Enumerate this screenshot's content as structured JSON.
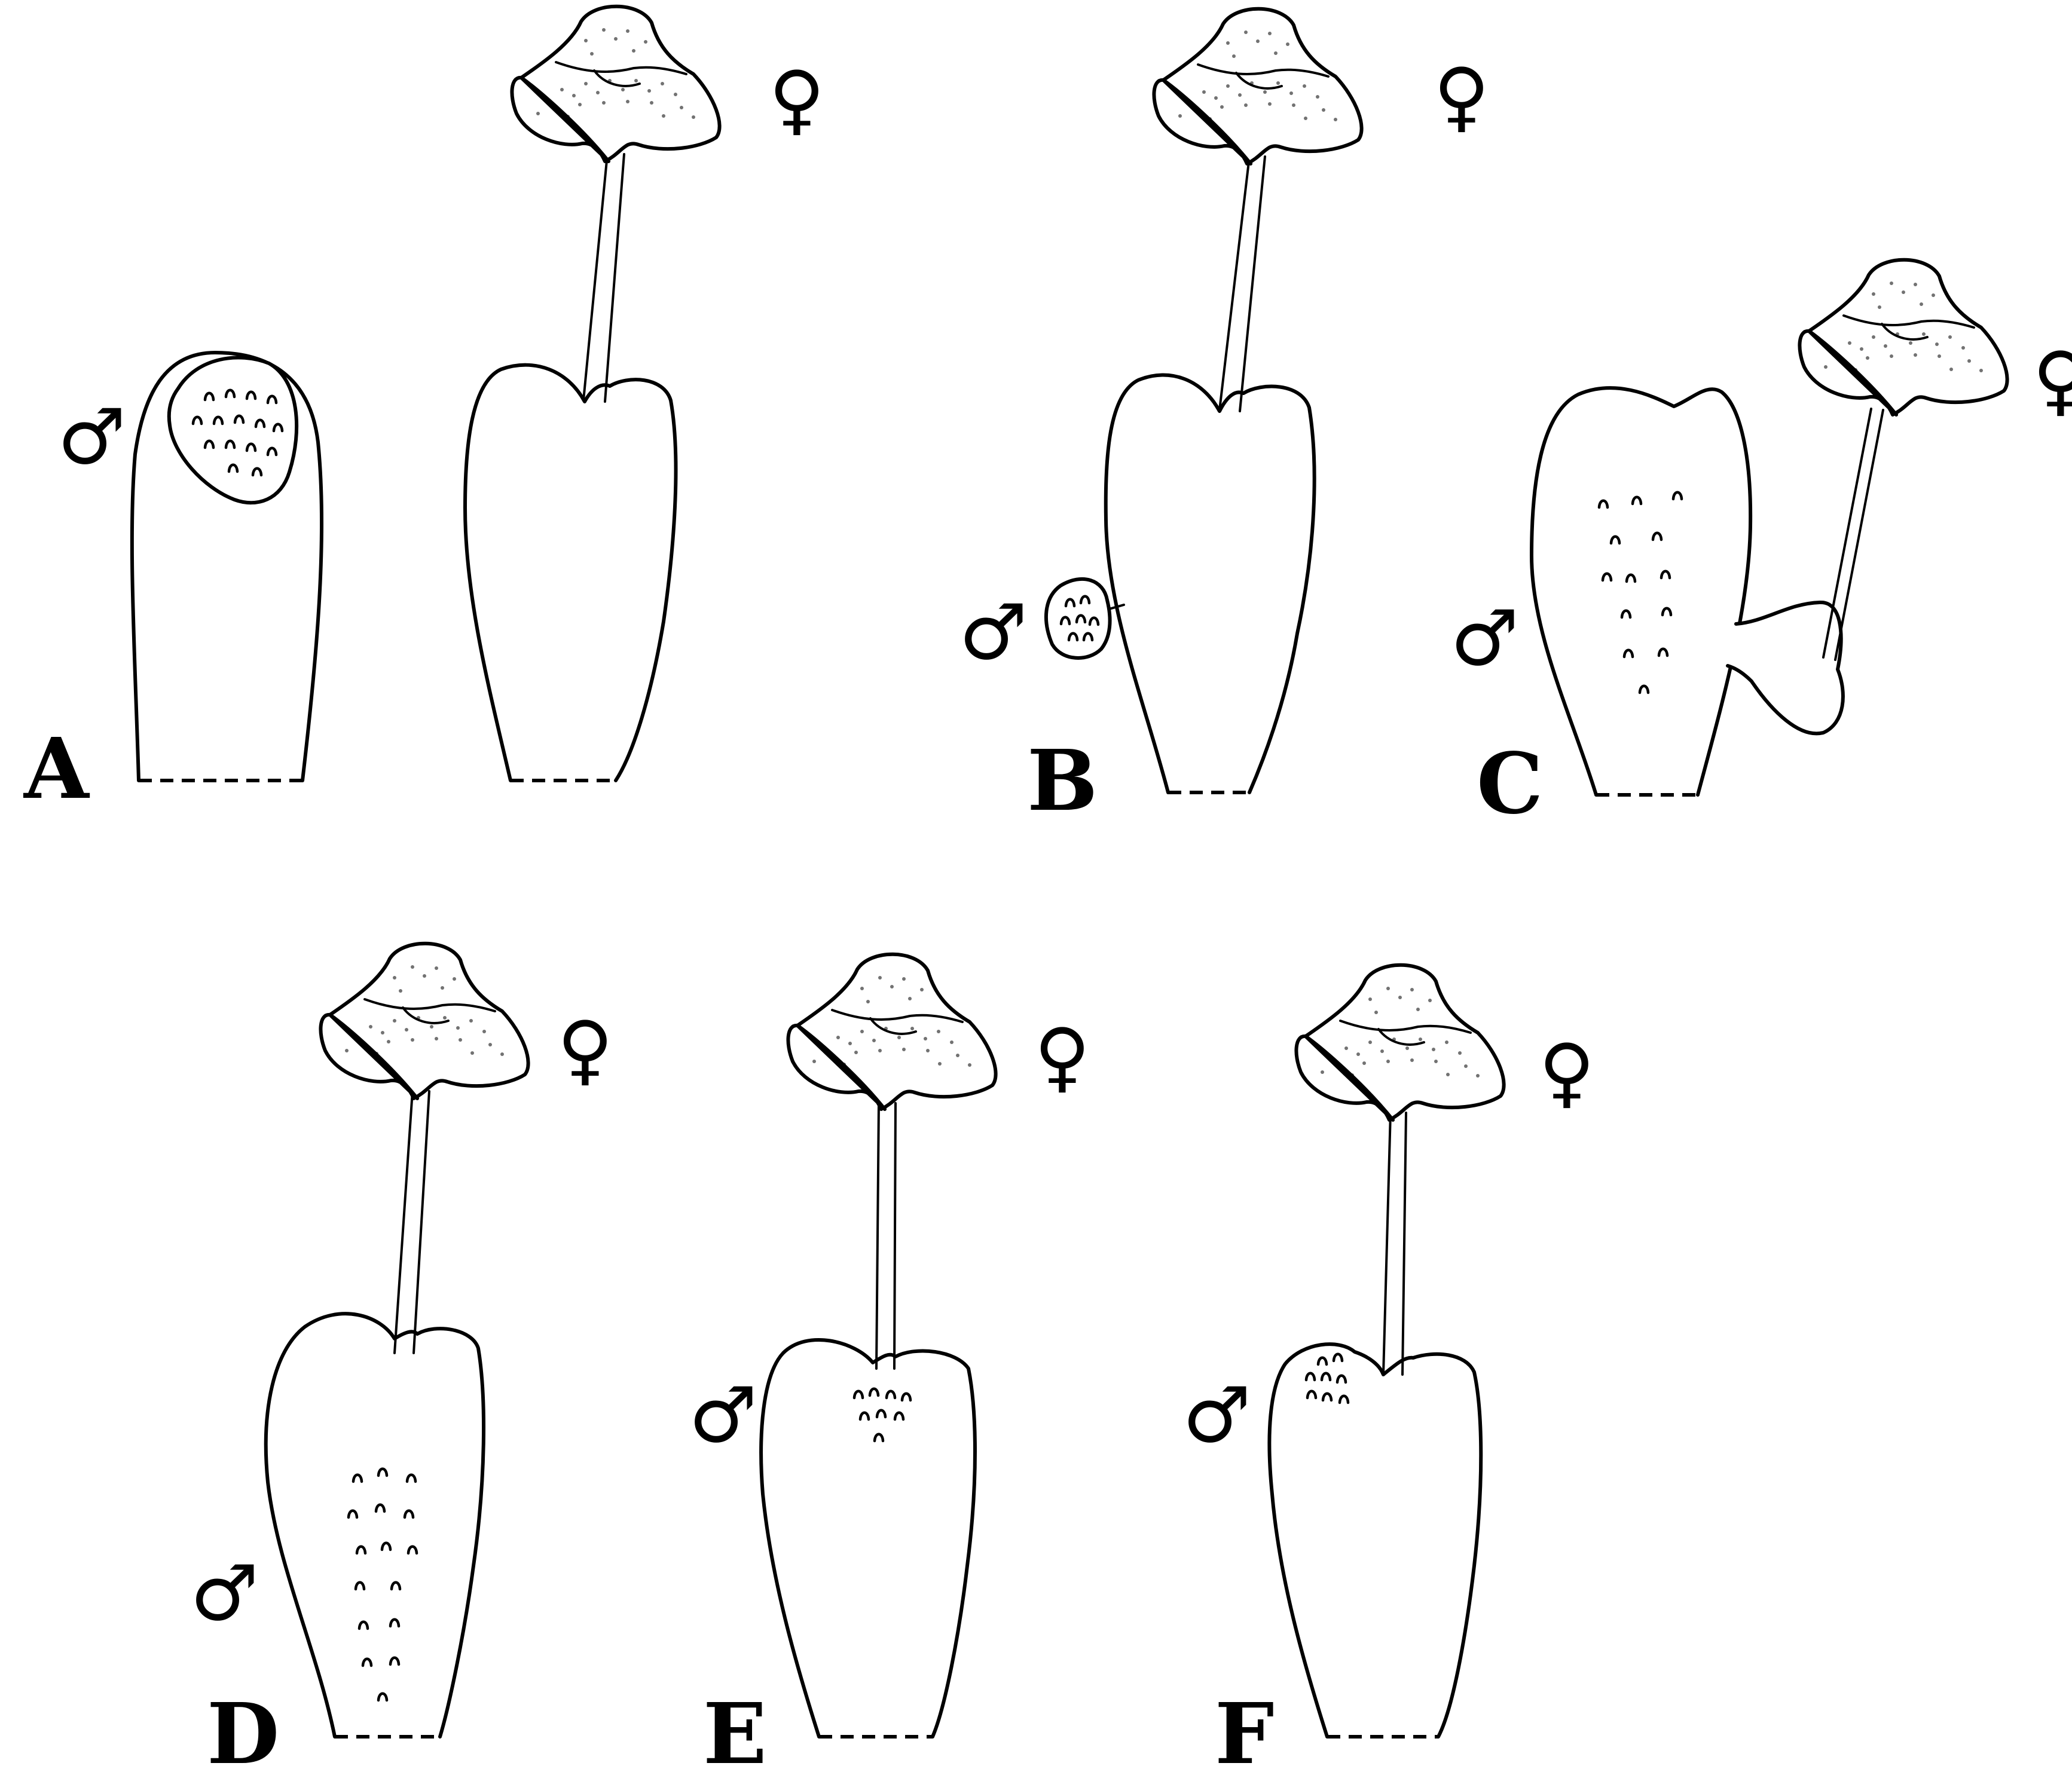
{
  "figure": {
    "panels": [
      {
        "letter": "A",
        "male_symbol": "♂",
        "female_symbol": "♀"
      },
      {
        "letter": "B",
        "male_symbol": "♂",
        "female_symbol": "♀"
      },
      {
        "letter": "C",
        "male_symbol": "♂",
        "female_symbol": "♀"
      },
      {
        "letter": "D",
        "male_symbol": "♂",
        "female_symbol": "♀"
      },
      {
        "letter": "E",
        "male_symbol": "♂",
        "female_symbol": "♀"
      },
      {
        "letter": "F",
        "male_symbol": "♂",
        "female_symbol": "♀"
      }
    ]
  }
}
